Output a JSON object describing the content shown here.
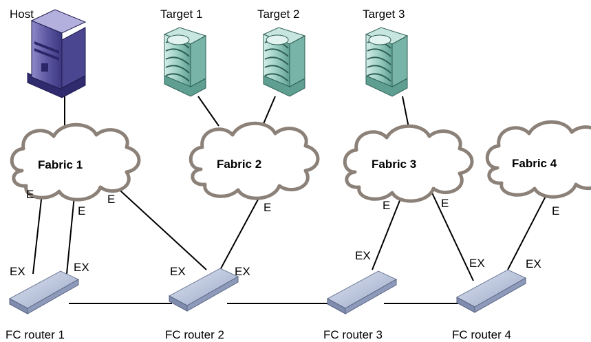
{
  "nodes": {
    "host": "Host",
    "target1": "Target 1",
    "target2": "Target 2",
    "target3": "Target 3"
  },
  "fabrics": {
    "f1": "Fabric 1",
    "f2": "Fabric 2",
    "f3": "Fabric 3",
    "f4": "Fabric 4"
  },
  "routers": {
    "r1": "FC router 1",
    "r2": "FC router 2",
    "r3": "FC router 3",
    "r4": "FC router 4"
  },
  "port_labels": {
    "e": "E",
    "ex": "EX"
  },
  "colors": {
    "cloud_outline": "#8c8178",
    "host_body": "#5a55a0",
    "storage_body": "#9ed0c4",
    "router_body": "#b3bed8",
    "link": "#000000"
  }
}
